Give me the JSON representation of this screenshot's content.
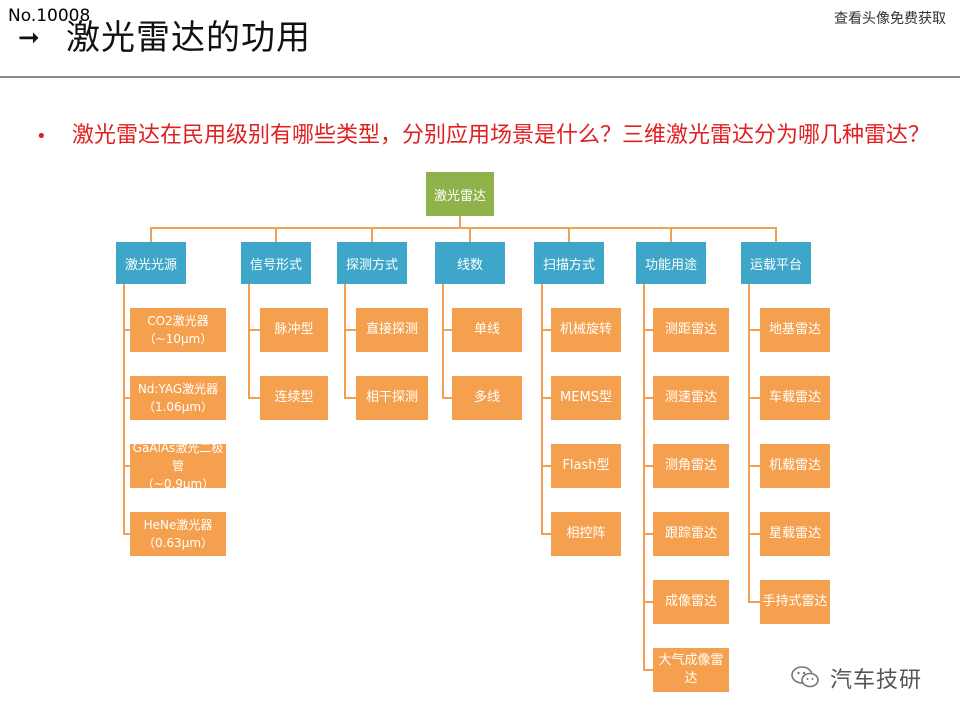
{
  "header": {
    "slide_number": "No.10008",
    "top_right_note": "查看头像免费获取",
    "title_arrow": "➞",
    "title": "激光雷达的功用"
  },
  "question": {
    "bullet": "•",
    "text": "激光雷达在民用级别有哪些类型，分别应用场景是什么？三维激光雷达分为哪几种雷达？"
  },
  "diagram": {
    "root": "激光雷达",
    "categories": [
      {
        "label": "激光光源",
        "items": [
          [
            "CO2激光器",
            "（~10μm）"
          ],
          [
            "Nd:YAG激光器",
            "（1.06μm）"
          ],
          [
            "GaAlAs激光二极管",
            "（~0.9μm）"
          ],
          [
            "HeNe激光器",
            "（0.63μm）"
          ]
        ]
      },
      {
        "label": "信号形式",
        "items": [
          [
            "脉冲型"
          ],
          [
            "连续型"
          ]
        ]
      },
      {
        "label": "探测方式",
        "items": [
          [
            "直接探测"
          ],
          [
            "相干探测"
          ]
        ]
      },
      {
        "label": "线数",
        "items": [
          [
            "单线"
          ],
          [
            "多线"
          ]
        ]
      },
      {
        "label": "扫描方式",
        "items": [
          [
            "机械旋转"
          ],
          [
            "MEMS型"
          ],
          [
            "Flash型"
          ],
          [
            "相控阵"
          ]
        ]
      },
      {
        "label": "功能用途",
        "items": [
          [
            "测距雷达"
          ],
          [
            "测速雷达"
          ],
          [
            "测角雷达"
          ],
          [
            "跟踪雷达"
          ],
          [
            "成像雷达"
          ],
          [
            "大气成像雷达"
          ]
        ]
      },
      {
        "label": "运载平台",
        "items": [
          [
            "地基雷达"
          ],
          [
            "车载雷达"
          ],
          [
            "机载雷达"
          ],
          [
            "星载雷达"
          ],
          [
            "手持式雷达"
          ]
        ]
      }
    ]
  },
  "watermark": {
    "icon": "wechat-icon",
    "text": "汽车技研"
  },
  "colors": {
    "root_fill": "#8fb34a",
    "category_fill": "#3ea7c9",
    "leaf_fill": "#f5a04e",
    "question_text": "#e02020"
  }
}
